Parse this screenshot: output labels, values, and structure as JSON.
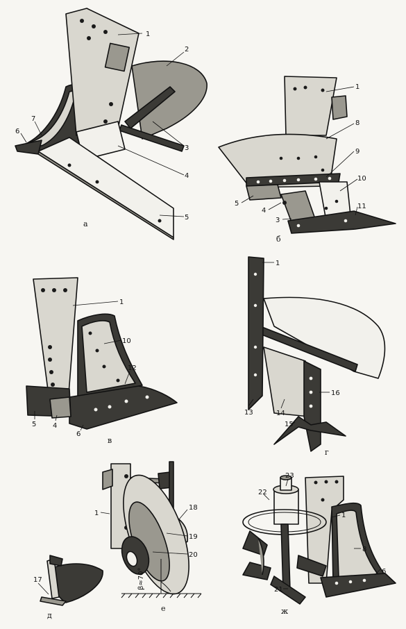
{
  "figure": {
    "colors": {
      "paper": "#f7f6f2",
      "ink": "#111111",
      "light": "#d9d7cf",
      "mid": "#9a988f",
      "dark": "#3b3a36"
    },
    "panels": [
      {
        "id": "a",
        "caption": "а",
        "labels": [
          "1",
          "2",
          "3",
          "4",
          "5",
          "6",
          "7"
        ]
      },
      {
        "id": "b",
        "caption": "б",
        "labels": [
          "1",
          "8",
          "9",
          "10",
          "5",
          "4",
          "3",
          "11"
        ]
      },
      {
        "id": "v",
        "caption": "в",
        "labels": [
          "1",
          "10",
          "12",
          "5",
          "4",
          "6"
        ]
      },
      {
        "id": "g",
        "caption": "г",
        "labels": [
          "1",
          "13",
          "14",
          "16",
          "15"
        ]
      },
      {
        "id": "d",
        "caption": "д",
        "labels": [
          "17"
        ]
      },
      {
        "id": "e",
        "caption": "е",
        "labels": [
          "1",
          "18",
          "19",
          "20"
        ],
        "angle_text": "β≈70°"
      },
      {
        "id": "zh",
        "caption": "ж",
        "labels": [
          "23",
          "22",
          "1",
          "8",
          "6",
          "21"
        ]
      }
    ]
  }
}
